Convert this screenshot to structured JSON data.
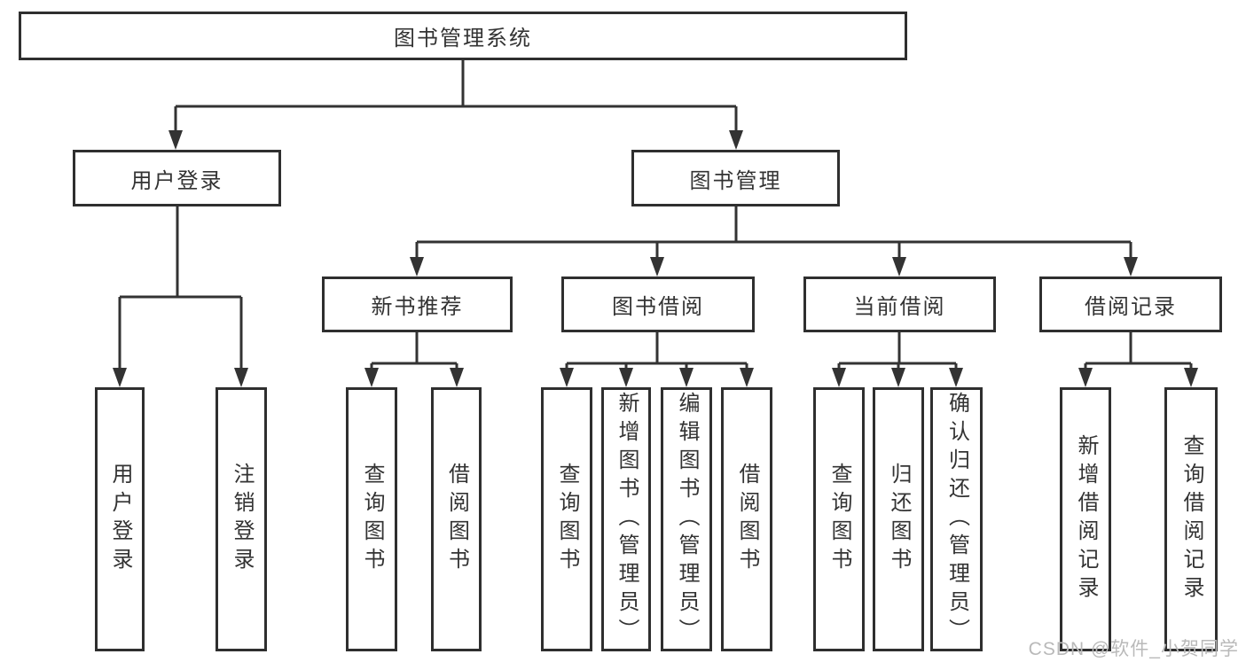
{
  "diagram": {
    "root_label": "图书管理系统",
    "branches": [
      {
        "label": "用户登录",
        "children": [
          {
            "label": "用户登录"
          },
          {
            "label": "注销登录"
          }
        ]
      },
      {
        "label": "图书管理",
        "children": [
          {
            "label": "新书推荐",
            "children": [
              {
                "label": "查询图书"
              },
              {
                "label": "借阅图书"
              }
            ]
          },
          {
            "label": "图书借阅",
            "children": [
              {
                "label": "查询图书"
              },
              {
                "label": "新增图书（管理员）"
              },
              {
                "label": "编辑图书（管理员）"
              },
              {
                "label": "借阅图书"
              }
            ]
          },
          {
            "label": "当前借阅",
            "children": [
              {
                "label": "查询图书"
              },
              {
                "label": "归还图书"
              },
              {
                "label": "确认归还（管理员）"
              }
            ]
          },
          {
            "label": "借阅记录",
            "children": [
              {
                "label": "新增借阅记录"
              },
              {
                "label": "查询借阅记录"
              }
            ]
          }
        ]
      }
    ],
    "watermark": "CSDN @软件_小贺同学",
    "colors": {
      "line": "#333333",
      "box_border": "#2f2f2f",
      "text": "#333333",
      "box_background": "#ffffff",
      "page_background": "#ffffff",
      "watermark": "#b9b9b9"
    }
  }
}
